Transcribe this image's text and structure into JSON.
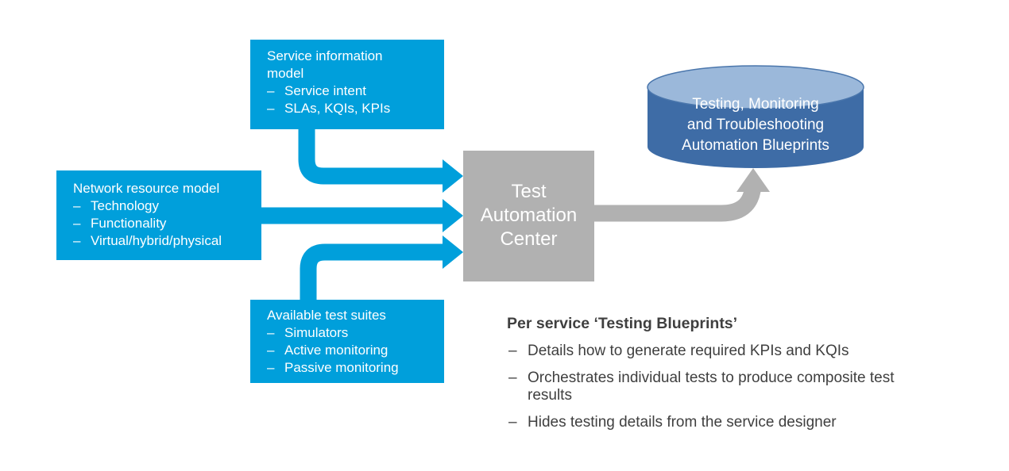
{
  "chars": {
    "dash": "–"
  },
  "colors": {
    "blue": "#009FDB",
    "gray": "#B1B1B1",
    "cylinder_body": "#3E6CA6",
    "cylinder_top": "#9BB8DA",
    "cylinder_rim": "#4A76AC",
    "text_dark": "#3F3F3F",
    "white": "#FFFFFF"
  },
  "boxes": {
    "service_info": {
      "title": "Service information model",
      "items": [
        "Service intent",
        "SLAs, KQIs, KPIs"
      ]
    },
    "network_resource": {
      "title": "Network resource model",
      "items": [
        "Technology",
        "Functionality",
        "Virtual/hybrid/physical"
      ]
    },
    "test_suites": {
      "title": "Available test suites",
      "items": [
        "Simulators",
        "Active monitoring",
        "Passive monitoring"
      ]
    }
  },
  "center_box": {
    "lines": [
      "Test",
      "Automation",
      "Center"
    ]
  },
  "cylinder": {
    "lines": [
      "Testing, Monitoring",
      "and Troubleshooting",
      "Automation Blueprints"
    ]
  },
  "notes": {
    "heading": "Per service ‘Testing Blueprints’",
    "bullets": [
      "Details how to generate required KPIs and KQIs",
      "Orchestrates individual tests to produce composite test results",
      "Hides testing details from the service designer"
    ]
  }
}
